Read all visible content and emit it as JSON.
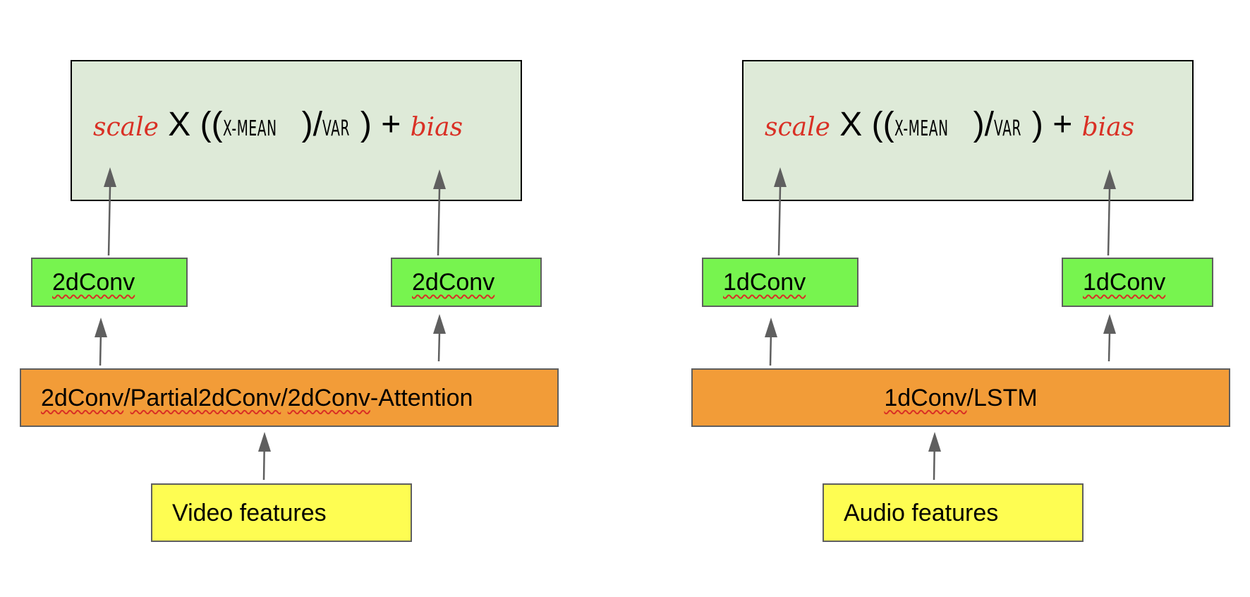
{
  "formula": {
    "scale": "scale",
    "times": "X",
    "open": "((",
    "x_minus_mean": "X-MEAN",
    "close_div": ")/",
    "var": "VAR",
    "close_plus": ") +",
    "bias": "bias"
  },
  "video_branch": {
    "left_conv": "2dConv",
    "right_conv": "2dConv",
    "backbone_part1": "2dConv",
    "backbone_part2": "/",
    "backbone_part3": "Partial2dConv",
    "backbone_part4": "/",
    "backbone_part5": "2dConv",
    "backbone_part6": "-Attention",
    "input": "Video features"
  },
  "audio_branch": {
    "left_conv": "1dConv",
    "right_conv": "1dConv",
    "backbone_part1": "1dConv",
    "backbone_part2": "/LSTM",
    "input": "Audio features"
  },
  "colors": {
    "formula_bg": "#deead8",
    "conv_green": "#77f44f",
    "backbone_orange": "#f29c38",
    "input_yellow": "#fefd52",
    "formula_red": "#d93025",
    "arrow_gray": "#5f5f5f"
  }
}
